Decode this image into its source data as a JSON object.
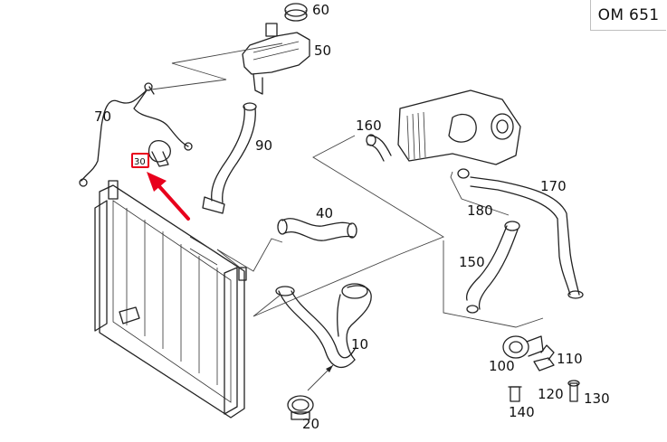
{
  "engine_code": "OM 651",
  "highlight_color": "#e8001c",
  "highlighted_callout": "30",
  "callouts": {
    "p60": "60",
    "p50": "50",
    "p70": "70",
    "p90": "90",
    "p30": "30",
    "p160": "160",
    "p170": "170",
    "p180": "180",
    "p40": "40",
    "p150": "150",
    "p10": "10",
    "p100": "100",
    "p110": "110",
    "p120": "120",
    "p130": "130",
    "p140": "140",
    "p20": "20"
  }
}
